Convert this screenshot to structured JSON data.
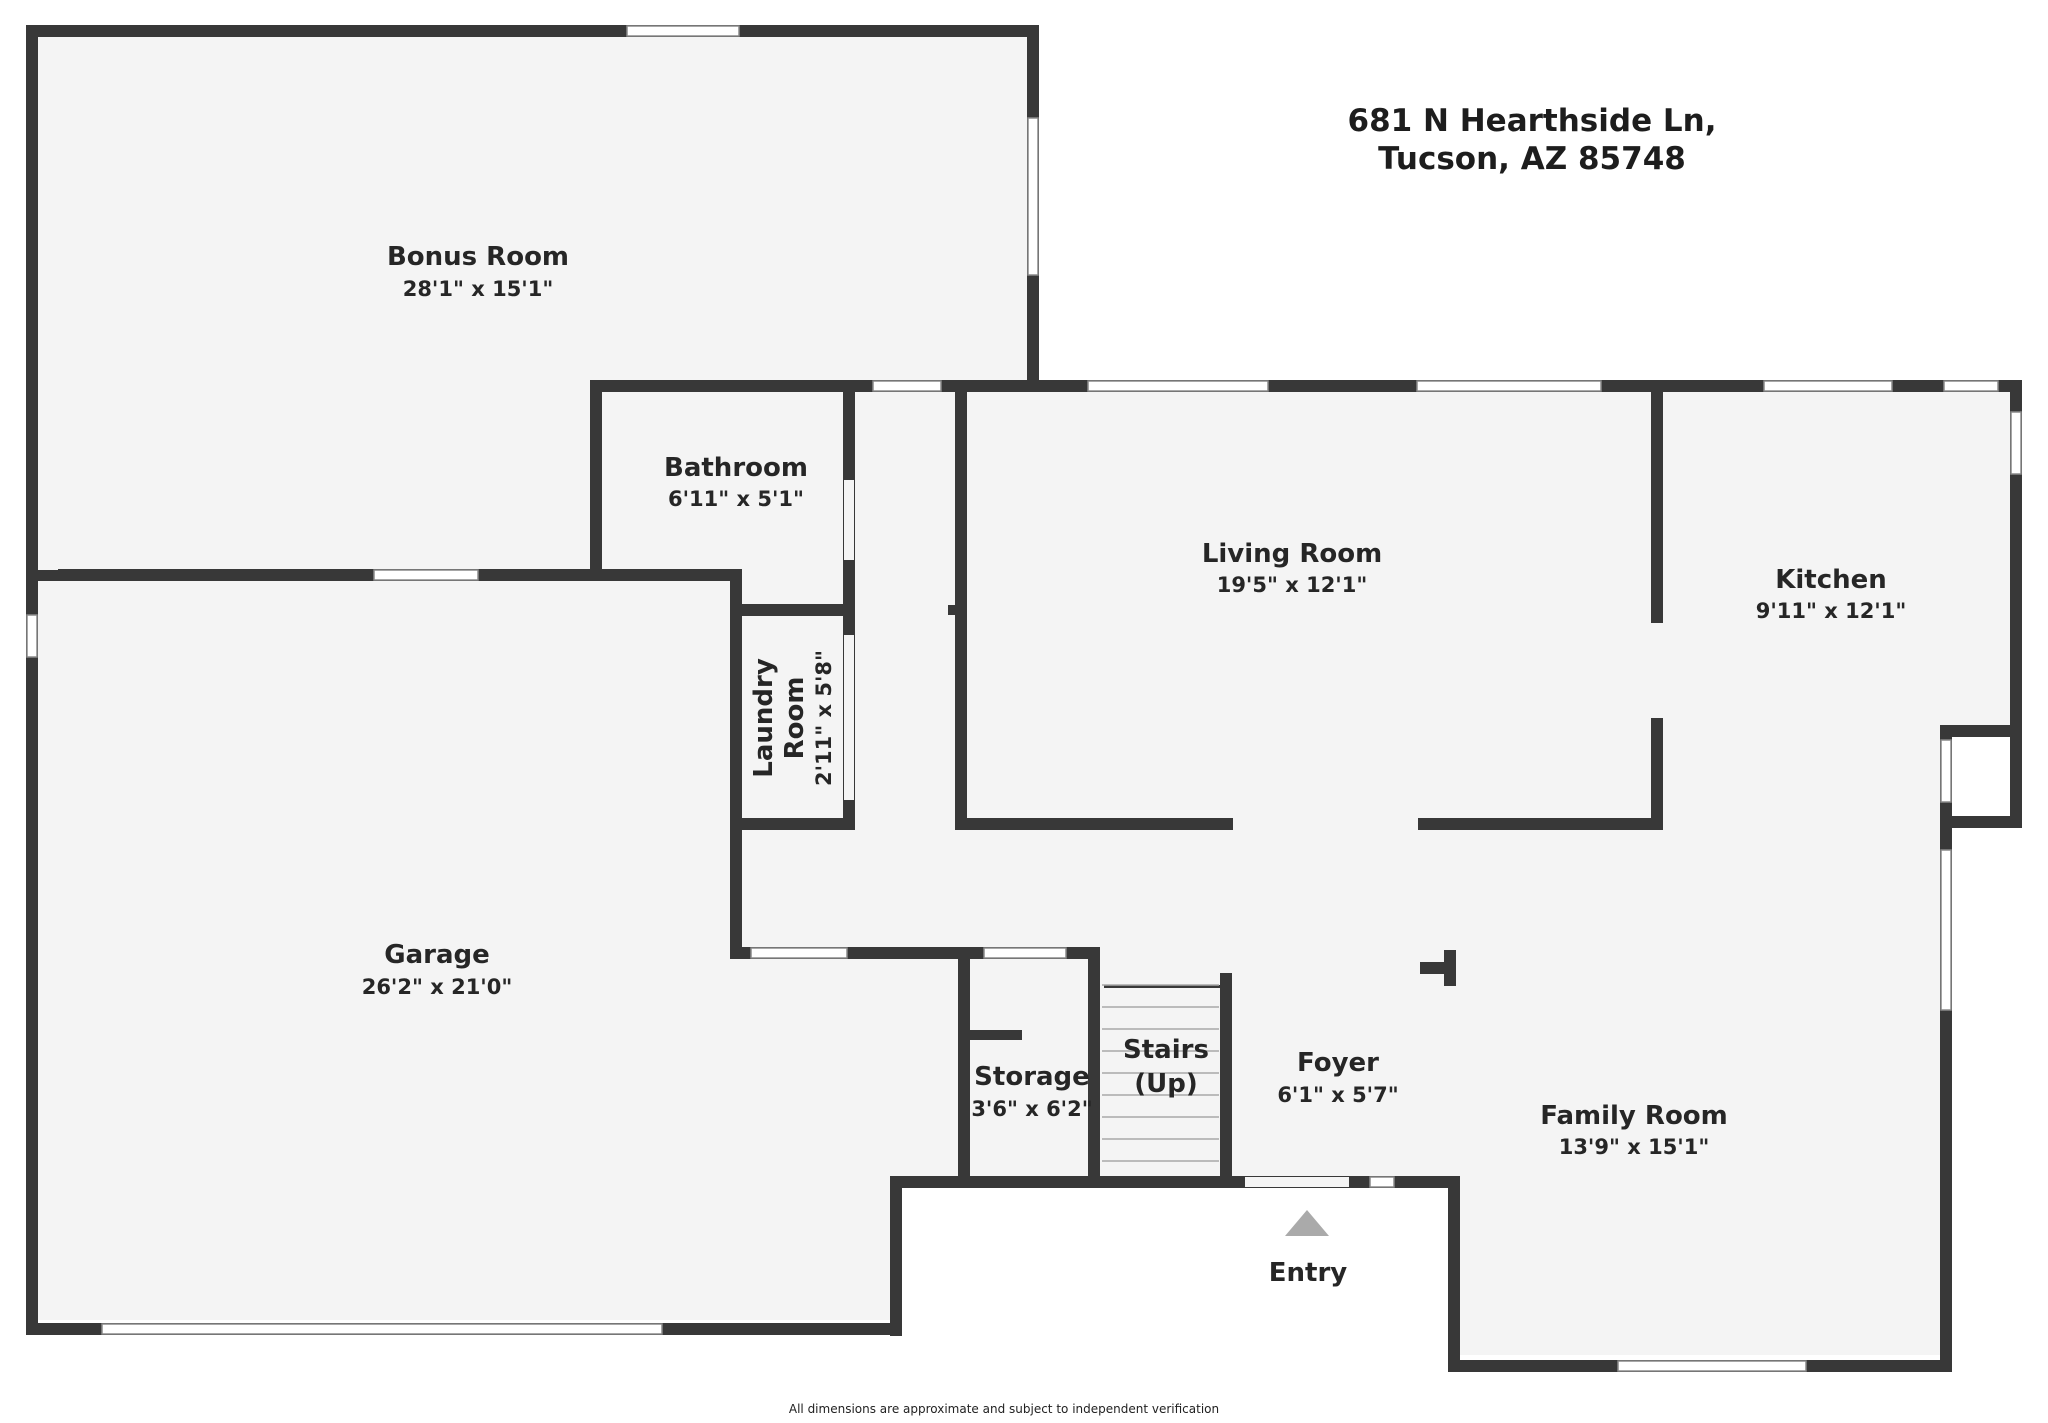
{
  "address": {
    "line1": "681 N Hearthside Ln,",
    "line2": "Tucson, AZ 85748"
  },
  "rooms": {
    "bonus_room": {
      "name": "Bonus Room",
      "dims": "28'1\" x 15'1\""
    },
    "bathroom": {
      "name": "Bathroom",
      "dims": "6'11\" x 5'1\""
    },
    "living_room": {
      "name": "Living Room",
      "dims": "19'5\" x 12'1\""
    },
    "kitchen": {
      "name": "Kitchen",
      "dims": "9'11\" x 12'1\""
    },
    "laundry_room": {
      "name_line1": "Laundry",
      "name_line2": "Room",
      "dims": "2'11\" x 5'8\""
    },
    "garage": {
      "name": "Garage",
      "dims": "26'2\" x 21'0\""
    },
    "storage": {
      "name": "Storage",
      "dims": "3'6\" x 6'2\""
    },
    "stairs": {
      "name_line1": "Stairs",
      "name_line2": "(Up)"
    },
    "foyer": {
      "name": "Foyer",
      "dims": "6'1\" x 5'7\""
    },
    "family_room": {
      "name": "Family Room",
      "dims": "13'9\" x 15'1\""
    }
  },
  "entry": {
    "label": "Entry"
  },
  "disclaimer": "All dimensions are approximate and subject to independent verification",
  "colors": {
    "wall": "#383838",
    "floor": "#f4f4f4",
    "entry_arrow": "#aaaaaa"
  }
}
